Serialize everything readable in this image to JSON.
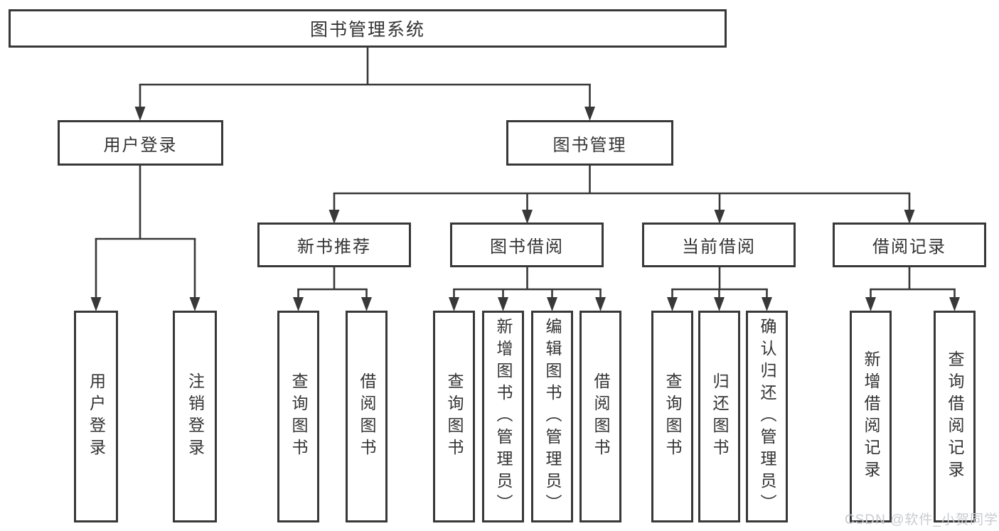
{
  "colors": {
    "line": "#383838",
    "text": "#333333",
    "box_background": "#ffffff",
    "watermark_text": "#c9cbd0"
  },
  "diagram": {
    "root": {
      "label": "图书管理系统"
    },
    "level2": [
      {
        "label": "用户登录"
      },
      {
        "label": "图书管理"
      }
    ],
    "level3": [
      {
        "label": "新书推荐"
      },
      {
        "label": "图书借阅"
      },
      {
        "label": "当前借阅"
      },
      {
        "label": "借阅记录"
      }
    ],
    "leaves": {
      "user_login": [
        {
          "label": "用户登录"
        },
        {
          "label": "注销登录"
        }
      ],
      "new_book_recommend": [
        {
          "label": "查询图书"
        },
        {
          "label": "借阅图书"
        }
      ],
      "book_borrow": [
        {
          "label": "查询图书"
        },
        {
          "label": "新增图书（管理员）"
        },
        {
          "label": "编辑图书（管理员）"
        },
        {
          "label": "借阅图书"
        }
      ],
      "current_borrow": [
        {
          "label": "查询图书"
        },
        {
          "label": "归还图书"
        },
        {
          "label": "确认归还（管理员）"
        }
      ],
      "borrow_records": [
        {
          "label": "新增借阅记录"
        },
        {
          "label": "查询借阅记录"
        }
      ]
    }
  },
  "watermark": {
    "label": "CSDN @软件_小贺同学"
  }
}
